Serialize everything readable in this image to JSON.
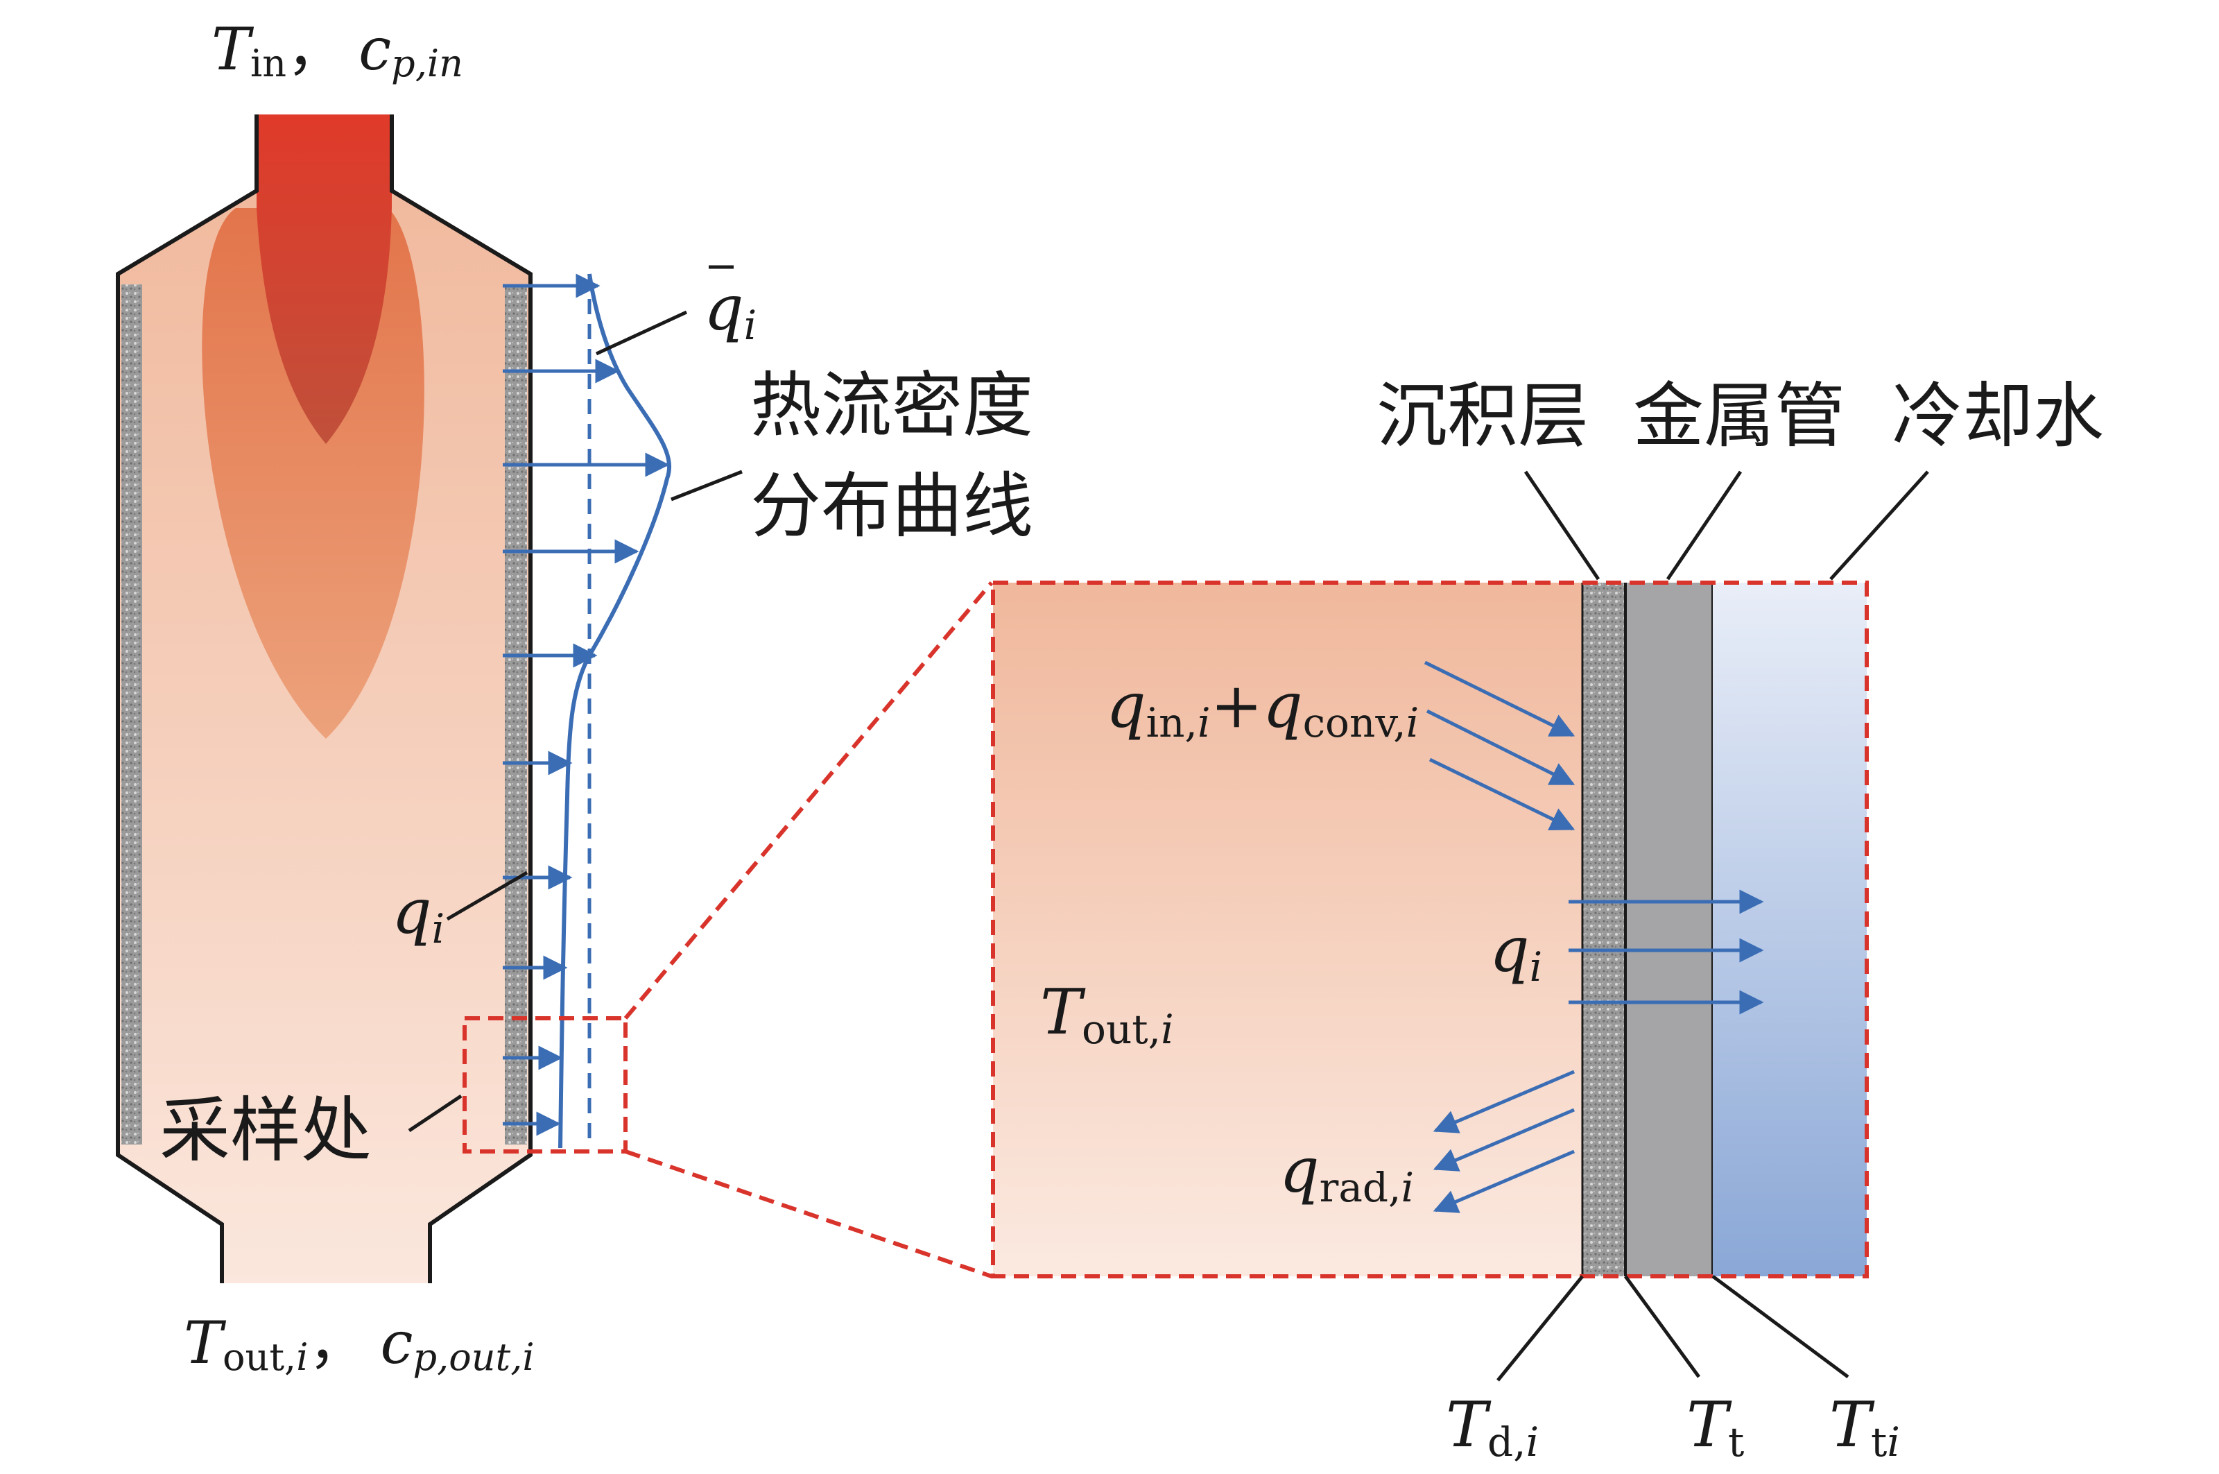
{
  "furnace": {
    "inlet": {
      "T": "T",
      "T_sub": "in",
      "sep": "，",
      "c": "c",
      "c_sub": "p,in"
    },
    "outlet": {
      "T": "T",
      "T_sub": "out,",
      "T_sub_i": "i",
      "sep": "，",
      "c": "c",
      "c_sub": "p,out,",
      "c_sub_i": "i"
    },
    "q_bar": {
      "sym": "q",
      "sub": "i"
    },
    "q_local": {
      "sym": "q",
      "sub": "i"
    },
    "heat_flux_curve_line1": "热流密度",
    "heat_flux_curve_line2": "分布曲线",
    "sampling_label": "采样处"
  },
  "detail": {
    "layer_deposit": "沉积层",
    "layer_tube": "金属管",
    "layer_water": "冷却水",
    "q_in_conv": {
      "a": "q",
      "a_sub": "in,",
      "a_sub_i": "i",
      "plus": "+",
      "b": "q",
      "b_sub": "conv,",
      "b_sub_i": "i"
    },
    "q_i": {
      "sym": "q",
      "sub": "i"
    },
    "T_out": {
      "sym": "T",
      "sub": "out,",
      "sub_i": "i"
    },
    "q_rad": {
      "sym": "q",
      "sub": "rad,",
      "sub_i": "i"
    },
    "T_d": {
      "sym": "T",
      "sub": "d,",
      "sub_i": "i"
    },
    "T_t": {
      "sym": "T",
      "sub": "t"
    },
    "T_ti": {
      "sym": "T",
      "sub": "t",
      "sub_i": "i"
    }
  },
  "colors": {
    "arrow": "#3b6db5",
    "dash_red": "#d9342b",
    "flame": "#d9342b"
  }
}
